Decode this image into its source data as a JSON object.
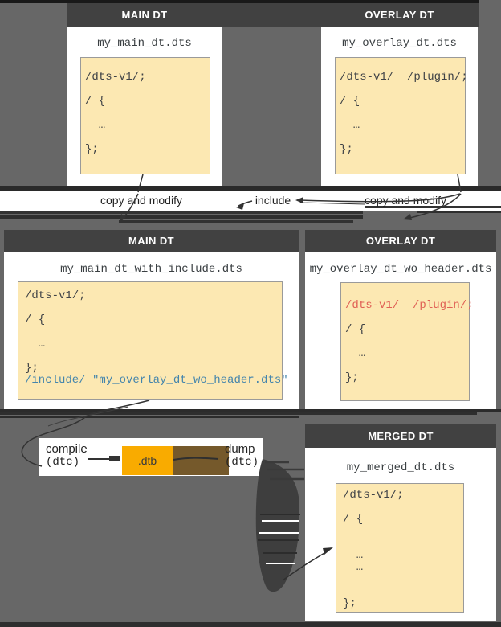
{
  "colors": {
    "background": "#676767",
    "header": "#414141",
    "code_background": "#fce8b2",
    "include_blue": "#4485ac",
    "removed_red": "#e06055",
    "dtb_orange": "#f9ab00",
    "dump_brown": "#75592b",
    "arrow": "#333333"
  },
  "flow_labels": {
    "copy_modify_left": "copy and modify",
    "include": "include",
    "copy_modify_right": "copy and modify"
  },
  "pipeline": {
    "compile": "compile",
    "compile_tool": "(dtc)",
    "dtb_label": ".dtb",
    "dump": "dump",
    "dump_tool": "(dtc)"
  },
  "panels": {
    "top_main": {
      "title": "MAIN DT",
      "filename": "my_main_dt.dts",
      "code": [
        {
          "t": "/dts-v1/;"
        },
        {
          "t": ""
        },
        {
          "t": "/ {"
        },
        {
          "t": ""
        },
        {
          "t": "  …"
        },
        {
          "t": ""
        },
        {
          "t": "};"
        }
      ]
    },
    "top_overlay": {
      "title": "OVERLAY DT",
      "filename": "my_overlay_dt.dts",
      "code": [
        {
          "t": "/dts-v1/  /plugin/;"
        },
        {
          "t": ""
        },
        {
          "t": "/ {"
        },
        {
          "t": ""
        },
        {
          "t": "  …"
        },
        {
          "t": ""
        },
        {
          "t": "};"
        }
      ]
    },
    "mid_main": {
      "title": "MAIN DT",
      "filename": "my_main_dt_with_include.dts",
      "code": [
        {
          "t": "/dts-v1/;"
        },
        {
          "t": ""
        },
        {
          "t": "/ {"
        },
        {
          "t": ""
        },
        {
          "t": "  …"
        },
        {
          "t": ""
        },
        {
          "t": "};"
        },
        {
          "t": "/include/ \"my_overlay_dt_wo_header.dts\"",
          "c": "include"
        }
      ]
    },
    "mid_overlay": {
      "title": "OVERLAY DT",
      "filename": "my_overlay_dt_wo_header.dts",
      "code": [
        {
          "t": "/dts-v1/  /plugin/;",
          "c": "removed"
        },
        {
          "t": ""
        },
        {
          "t": "/ {"
        },
        {
          "t": ""
        },
        {
          "t": "  …"
        },
        {
          "t": ""
        },
        {
          "t": "};"
        }
      ]
    },
    "merged": {
      "title": "MERGED DT",
      "filename": "my_merged_dt.dts",
      "code": [
        {
          "t": "/dts-v1/;"
        },
        {
          "t": ""
        },
        {
          "t": "/ {"
        },
        {
          "t": ""
        },
        {
          "t": ""
        },
        {
          "t": "  …"
        },
        {
          "t": "  …"
        },
        {
          "t": ""
        },
        {
          "t": ""
        },
        {
          "t": "};"
        }
      ]
    }
  }
}
